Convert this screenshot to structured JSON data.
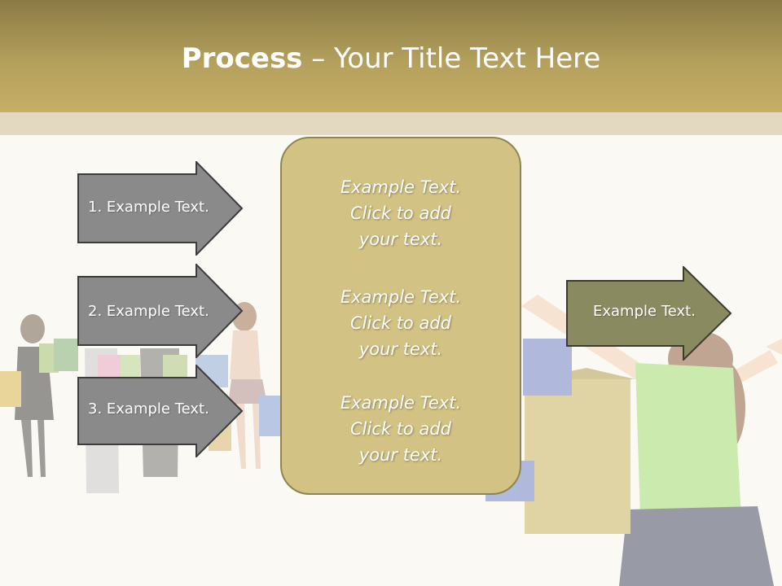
{
  "slide": {
    "title_bold": "Process",
    "title_rest": " – Your Title Text Here"
  },
  "left_arrows": [
    {
      "label": "1. Example Text."
    },
    {
      "label": "2. Example Text."
    },
    {
      "label": "3. Example Text."
    }
  ],
  "center_box": {
    "paragraphs": [
      {
        "line1": "Example Text.",
        "line2": "Click  to add",
        "line3": "your text."
      },
      {
        "line1": "Example Text.",
        "line2": "Click  to add",
        "line3": "your text."
      },
      {
        "line1": "Example Text.",
        "line2": "Click  to add",
        "line3": "your text."
      }
    ]
  },
  "right_arrow": {
    "label": "Example Text."
  },
  "colors": {
    "header": "#b4a05c",
    "band": "#e3d9c1",
    "gray_arrow": "#8a8a8a",
    "olive_arrow": "#8a8a60",
    "center_fill": "#d2c284"
  }
}
